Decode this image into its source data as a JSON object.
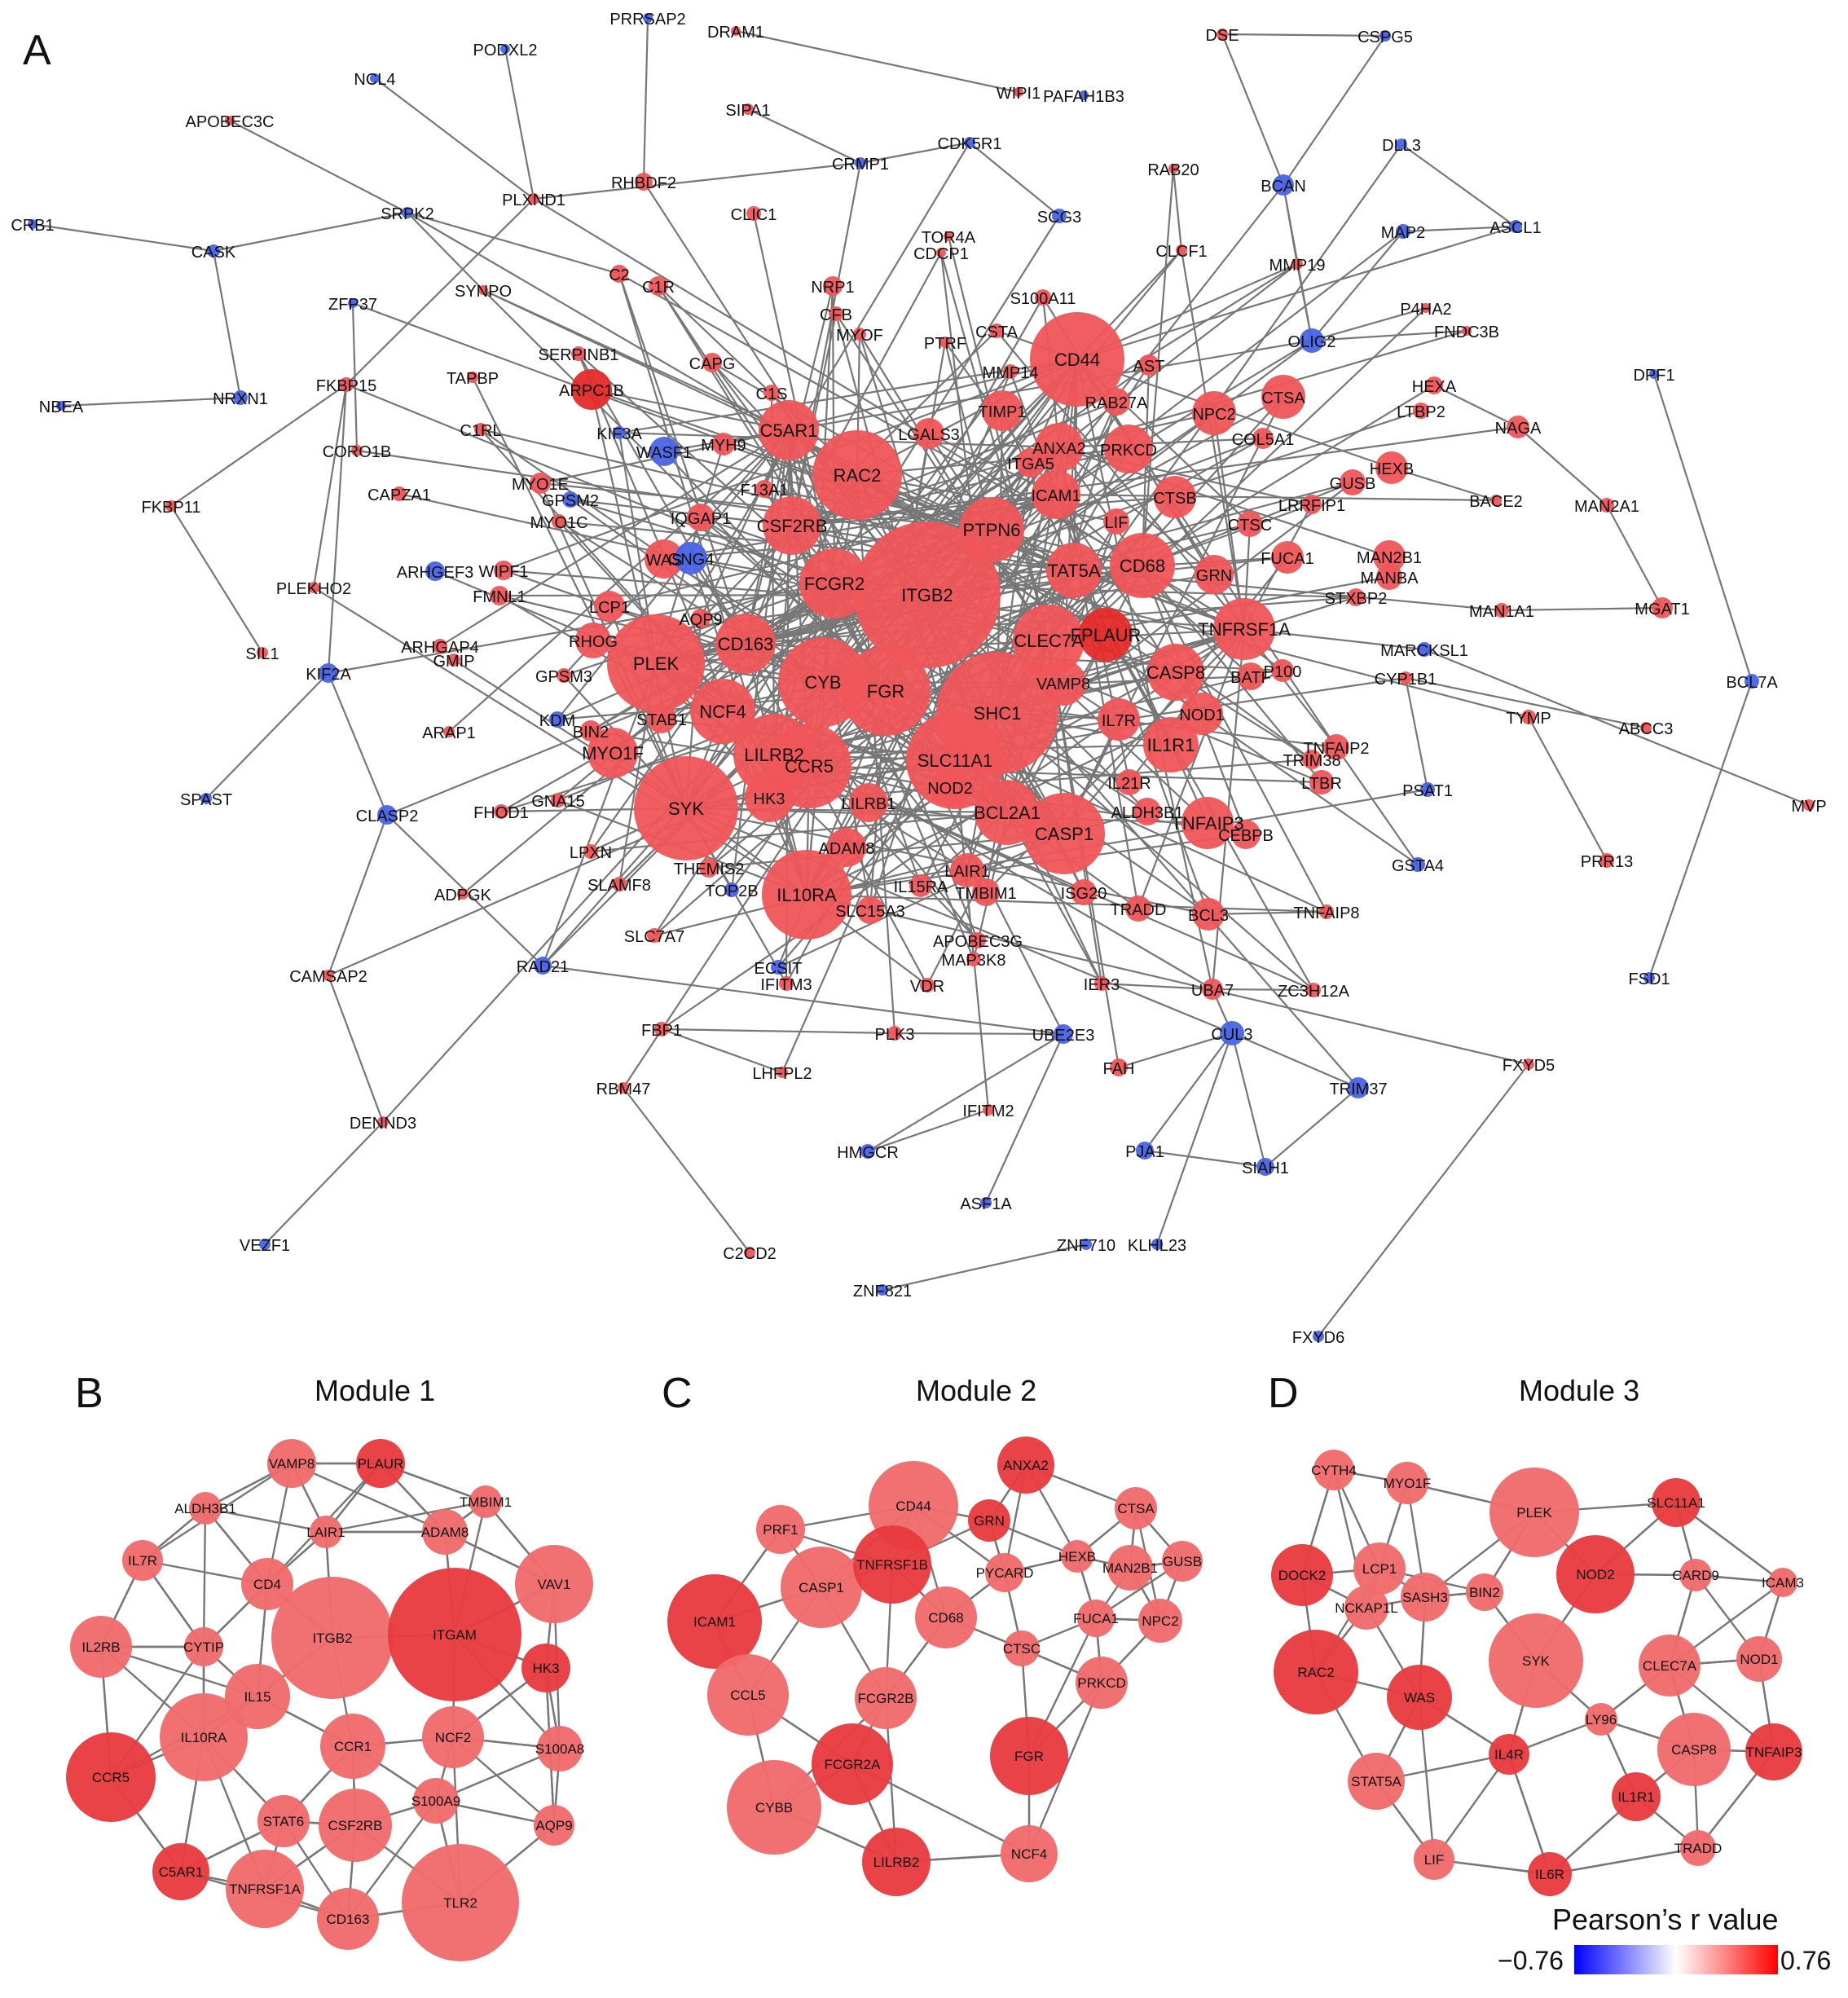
{
  "panels": {
    "A": {
      "letter": "A"
    },
    "B": {
      "letter": "B",
      "title": "Module 1"
    },
    "C": {
      "letter": "C",
      "title": "Module 2"
    },
    "D": {
      "letter": "D",
      "title": "Module 3"
    }
  },
  "legend": {
    "title": "Pearson’s r value",
    "min_label": "−0.76",
    "max_label": "0.76",
    "colors": {
      "low": "#0000ff",
      "mid": "#ffffff",
      "high": "#ff0000"
    }
  },
  "colors": {
    "edge": "#777777",
    "positive": "#f0555a",
    "positive_strong": "#e52a2a",
    "negative": "#4a63e6"
  },
  "networkA": {
    "nodes": [
      {
        "label": "PRRSAP2",
        "sign": "neg"
      },
      {
        "label": "DRAM1",
        "sign": "pos"
      },
      {
        "label": "PODXL2",
        "sign": "neg"
      },
      {
        "label": "NCL4",
        "sign": "neg"
      },
      {
        "label": "APOBEC3C",
        "sign": "pos"
      },
      {
        "label": "WIPI1",
        "sign": "pos"
      },
      {
        "label": "PAFAH1B3",
        "sign": "neg"
      },
      {
        "label": "SIPA1",
        "sign": "pos"
      },
      {
        "label": "DSE",
        "sign": "pos"
      },
      {
        "label": "CSPG5",
        "sign": "neg"
      },
      {
        "label": "DLL3",
        "sign": "neg"
      },
      {
        "label": "CDK5R1",
        "sign": "neg"
      },
      {
        "label": "CRMP1",
        "sign": "neg"
      },
      {
        "label": "RAB20",
        "sign": "pos"
      },
      {
        "label": "BCAN",
        "sign": "neg"
      },
      {
        "label": "RHBDF2",
        "sign": "pos"
      },
      {
        "label": "PLXND1",
        "sign": "pos"
      },
      {
        "label": "SRPK2",
        "sign": "neg"
      },
      {
        "label": "CLIC1",
        "sign": "pos"
      },
      {
        "label": "SCG3",
        "sign": "neg"
      },
      {
        "label": "CRB1",
        "sign": "neg"
      },
      {
        "label": "CASK",
        "sign": "neg"
      },
      {
        "label": "TOR4A",
        "sign": "pos"
      },
      {
        "label": "CDCP1",
        "sign": "pos"
      },
      {
        "label": "CLCF1",
        "sign": "pos"
      },
      {
        "label": "MAP2",
        "sign": "neg"
      },
      {
        "label": "ASCL1",
        "sign": "neg"
      },
      {
        "label": "C2",
        "sign": "pos"
      },
      {
        "label": "C1R",
        "sign": "pos"
      },
      {
        "label": "MMP19",
        "sign": "pos"
      },
      {
        "label": "ZFP37",
        "sign": "neg"
      },
      {
        "label": "SYNPO",
        "sign": "pos"
      },
      {
        "label": "NRP1",
        "sign": "pos"
      },
      {
        "label": "CFB",
        "sign": "pos"
      },
      {
        "label": "S100A11",
        "sign": "pos"
      },
      {
        "label": "P4HA2",
        "sign": "pos"
      },
      {
        "label": "OLIG2",
        "sign": "neg"
      },
      {
        "label": "FNDC3B",
        "sign": "pos"
      },
      {
        "label": "MYOF",
        "sign": "pos"
      },
      {
        "label": "CSTA",
        "sign": "pos"
      },
      {
        "label": "CD44",
        "sign": "pos"
      },
      {
        "label": "PTRF",
        "sign": "pos"
      },
      {
        "label": "SERPINB1",
        "sign": "pos"
      },
      {
        "label": "FKBP15",
        "sign": "pos"
      },
      {
        "label": "TAPBP",
        "sign": "pos"
      },
      {
        "label": "CAPG",
        "sign": "pos"
      },
      {
        "label": "ARPC1B",
        "sign": "pos",
        "strong": true
      },
      {
        "label": "DPF1",
        "sign": "neg"
      },
      {
        "label": "NBEA",
        "sign": "neg"
      },
      {
        "label": "NRXN1",
        "sign": "neg"
      },
      {
        "label": "C1S",
        "sign": "pos"
      },
      {
        "label": "MMP14",
        "sign": "pos"
      },
      {
        "label": "AST",
        "sign": "pos"
      },
      {
        "label": "HEXA",
        "sign": "pos"
      },
      {
        "label": "KIF3A",
        "sign": "neg"
      },
      {
        "label": "C1RL",
        "sign": "pos"
      },
      {
        "label": "WASF1",
        "sign": "neg"
      },
      {
        "label": "C5AR1",
        "sign": "pos"
      },
      {
        "label": "RAB27A",
        "sign": "pos"
      },
      {
        "label": "NPC2",
        "sign": "pos"
      },
      {
        "label": "CTSA",
        "sign": "pos"
      },
      {
        "label": "LTBP2",
        "sign": "pos"
      },
      {
        "label": "NAGA",
        "sign": "pos"
      },
      {
        "label": "CORO1B",
        "sign": "pos"
      },
      {
        "label": "MYH9",
        "sign": "pos"
      },
      {
        "label": "TIMP1",
        "sign": "pos"
      },
      {
        "label": "LGALS3",
        "sign": "pos"
      },
      {
        "label": "ANXA2",
        "sign": "pos"
      },
      {
        "label": "PRKCD",
        "sign": "pos"
      },
      {
        "label": "COL5A1",
        "sign": "pos"
      },
      {
        "label": "FKBP11",
        "sign": "pos"
      },
      {
        "label": "MYO1E",
        "sign": "pos"
      },
      {
        "label": "CAPZA1",
        "sign": "pos"
      },
      {
        "label": "GPSM2",
        "sign": "neg"
      },
      {
        "label": "RAC2",
        "sign": "pos"
      },
      {
        "label": "ITGA5",
        "sign": "pos"
      },
      {
        "label": "HEXB",
        "sign": "pos"
      },
      {
        "label": "GUSB",
        "sign": "pos"
      },
      {
        "label": "MAN2A1",
        "sign": "pos"
      },
      {
        "label": "BACE2",
        "sign": "pos"
      },
      {
        "label": "MYO1C",
        "sign": "pos"
      },
      {
        "label": "F13A1",
        "sign": "pos"
      },
      {
        "label": "ICAM1",
        "sign": "pos"
      },
      {
        "label": "CTSB",
        "sign": "pos"
      },
      {
        "label": "LRRFIP1",
        "sign": "pos"
      },
      {
        "label": "IQGAP1",
        "sign": "pos"
      },
      {
        "label": "CSF2RB",
        "sign": "pos"
      },
      {
        "label": "PTPN6",
        "sign": "pos"
      },
      {
        "label": "LIF",
        "sign": "pos"
      },
      {
        "label": "CTSC",
        "sign": "pos"
      },
      {
        "label": "ARHGEF3",
        "sign": "neg"
      },
      {
        "label": "WAS",
        "sign": "pos"
      },
      {
        "label": "GNG4",
        "sign": "neg"
      },
      {
        "label": "TAT5A",
        "sign": "pos"
      },
      {
        "label": "CD68",
        "sign": "pos"
      },
      {
        "label": "FUCA1",
        "sign": "pos"
      },
      {
        "label": "MAN2B1",
        "sign": "pos"
      },
      {
        "label": "MANBA",
        "sign": "pos"
      },
      {
        "label": "PLEKHO2",
        "sign": "pos"
      },
      {
        "label": "WIPF1",
        "sign": "pos"
      },
      {
        "label": "FMNL1",
        "sign": "pos"
      },
      {
        "label": "LCP1",
        "sign": "pos"
      },
      {
        "label": "FCGR2",
        "sign": "pos"
      },
      {
        "label": "ITGB2",
        "sign": "pos"
      },
      {
        "label": "GRN",
        "sign": "pos"
      },
      {
        "label": "MAN1A1",
        "sign": "pos"
      },
      {
        "label": "MGAT1",
        "sign": "pos"
      },
      {
        "label": "STXBP2",
        "sign": "pos"
      },
      {
        "label": "SIL1",
        "sign": "pos"
      },
      {
        "label": "ARHGAP4",
        "sign": "pos"
      },
      {
        "label": "RHOG",
        "sign": "pos"
      },
      {
        "label": "AQP9",
        "sign": "pos"
      },
      {
        "label": "CD163",
        "sign": "pos"
      },
      {
        "label": "FPLAUR",
        "sign": "pos",
        "strong": true
      },
      {
        "label": "CLEC7A",
        "sign": "pos"
      },
      {
        "label": "TNFRSF1A",
        "sign": "pos"
      },
      {
        "label": "MARCKSL1",
        "sign": "neg"
      },
      {
        "label": "BCL7A",
        "sign": "neg"
      },
      {
        "label": "KIF2A",
        "sign": "neg"
      },
      {
        "label": "GMIP",
        "sign": "pos"
      },
      {
        "label": "PLEK",
        "sign": "pos"
      },
      {
        "label": "GPSM3",
        "sign": "pos"
      },
      {
        "label": "CYB",
        "sign": "pos"
      },
      {
        "label": "FGR",
        "sign": "pos"
      },
      {
        "label": "VAMP8",
        "sign": "pos"
      },
      {
        "label": "CASP8",
        "sign": "pos"
      },
      {
        "label": "BATF",
        "sign": "pos"
      },
      {
        "label": "P100",
        "sign": "pos"
      },
      {
        "label": "CYP1B1",
        "sign": "pos"
      },
      {
        "label": "NCF4",
        "sign": "pos"
      },
      {
        "label": "SHC1",
        "sign": "pos"
      },
      {
        "label": "KDM",
        "sign": "neg"
      },
      {
        "label": "BIN2",
        "sign": "pos"
      },
      {
        "label": "STAB1",
        "sign": "pos"
      },
      {
        "label": "ARAP1",
        "sign": "pos"
      },
      {
        "label": "IL7R",
        "sign": "pos"
      },
      {
        "label": "NOD1",
        "sign": "pos"
      },
      {
        "label": "TYMP",
        "sign": "pos"
      },
      {
        "label": "ABCC3",
        "sign": "pos"
      },
      {
        "label": "TNFAIP2",
        "sign": "pos"
      },
      {
        "label": "IL1R1",
        "sign": "pos"
      },
      {
        "label": "SPAST",
        "sign": "neg"
      },
      {
        "label": "MYO1F",
        "sign": "pos"
      },
      {
        "label": "LILRB2",
        "sign": "pos"
      },
      {
        "label": "CCR5",
        "sign": "pos"
      },
      {
        "label": "SLC11A1",
        "sign": "pos"
      },
      {
        "label": "TRIM38",
        "sign": "pos"
      },
      {
        "label": "LTBR",
        "sign": "pos"
      },
      {
        "label": "PSAT1",
        "sign": "neg"
      },
      {
        "label": "MVP",
        "sign": "pos"
      },
      {
        "label": "CLASP2",
        "sign": "neg"
      },
      {
        "label": "FHOD1",
        "sign": "pos"
      },
      {
        "label": "GNA15",
        "sign": "pos"
      },
      {
        "label": "SYK",
        "sign": "pos"
      },
      {
        "label": "HK3",
        "sign": "pos"
      },
      {
        "label": "LILRB1",
        "sign": "pos"
      },
      {
        "label": "NOD2",
        "sign": "pos"
      },
      {
        "label": "BCL2A1",
        "sign": "pos"
      },
      {
        "label": "CASP1",
        "sign": "pos"
      },
      {
        "label": "IL21R",
        "sign": "pos"
      },
      {
        "label": "ALDH3B1",
        "sign": "pos"
      },
      {
        "label": "TNFAIP3",
        "sign": "pos"
      },
      {
        "label": "CEBPB",
        "sign": "pos"
      },
      {
        "label": "LPXN",
        "sign": "pos"
      },
      {
        "label": "ADAM8",
        "sign": "pos"
      },
      {
        "label": "LAIR1",
        "sign": "pos"
      },
      {
        "label": "PRR13",
        "sign": "pos"
      },
      {
        "label": "GSTA4",
        "sign": "neg"
      },
      {
        "label": "ADPGK",
        "sign": "pos"
      },
      {
        "label": "SLAMF8",
        "sign": "pos"
      },
      {
        "label": "THEMIS2",
        "sign": "pos"
      },
      {
        "label": "TOP2B",
        "sign": "neg"
      },
      {
        "label": "IL10RA",
        "sign": "pos"
      },
      {
        "label": "IL15RA",
        "sign": "pos"
      },
      {
        "label": "TMBIM1",
        "sign": "pos"
      },
      {
        "label": "ISG20",
        "sign": "pos"
      },
      {
        "label": "BCL3",
        "sign": "pos"
      },
      {
        "label": "TNFAIP8",
        "sign": "pos"
      },
      {
        "label": "CAMSAP2",
        "sign": "pos"
      },
      {
        "label": "RAD21",
        "sign": "neg"
      },
      {
        "label": "SLC7A7",
        "sign": "pos"
      },
      {
        "label": "SLC15A3",
        "sign": "pos"
      },
      {
        "label": "APOBEC3G",
        "sign": "pos"
      },
      {
        "label": "MAP3K8",
        "sign": "pos"
      },
      {
        "label": "TRADD",
        "sign": "pos"
      },
      {
        "label": "ECSIT",
        "sign": "neg"
      },
      {
        "label": "IFITM3",
        "sign": "pos"
      },
      {
        "label": "VDR",
        "sign": "pos"
      },
      {
        "label": "IER3",
        "sign": "pos"
      },
      {
        "label": "UBA7",
        "sign": "pos"
      },
      {
        "label": "ZC3H12A",
        "sign": "pos"
      },
      {
        "label": "FBP1",
        "sign": "pos"
      },
      {
        "label": "PLK3",
        "sign": "pos"
      },
      {
        "label": "UBE2E3",
        "sign": "neg"
      },
      {
        "label": "CUL3",
        "sign": "neg"
      },
      {
        "label": "FSD1",
        "sign": "neg"
      },
      {
        "label": "LHFPL2",
        "sign": "pos"
      },
      {
        "label": "FAH",
        "sign": "pos"
      },
      {
        "label": "FXYD5",
        "sign": "pos"
      },
      {
        "label": "RBM47",
        "sign": "pos"
      },
      {
        "label": "TRIM37",
        "sign": "neg"
      },
      {
        "label": "DENND3",
        "sign": "pos"
      },
      {
        "label": "IFITM2",
        "sign": "pos"
      },
      {
        "label": "HMGCR",
        "sign": "neg"
      },
      {
        "label": "PJA1",
        "sign": "neg"
      },
      {
        "label": "SIAH1",
        "sign": "neg"
      },
      {
        "label": "ASF1A",
        "sign": "neg"
      },
      {
        "label": "VEZF1",
        "sign": "neg"
      },
      {
        "label": "ZNF710",
        "sign": "neg"
      },
      {
        "label": "KLHL23",
        "sign": "neg"
      },
      {
        "label": "C2CD2",
        "sign": "pos"
      },
      {
        "label": "ZNF821",
        "sign": "neg"
      },
      {
        "label": "FXYD6",
        "sign": "neg"
      }
    ]
  },
  "module1": {
    "nodes": [
      "VAMP8",
      "PLAUR",
      "ALDH3B1",
      "TMBIM1",
      "LAIR1",
      "ADAM8",
      "IL7R",
      "CD4",
      "VAV1",
      "IL2RB",
      "CYTIP",
      "ITGB2",
      "ITGAM",
      "HK3",
      "IL15",
      "IL10RA",
      "CCR1",
      "NCF2",
      "S100A8",
      "CCR5",
      "S100A9",
      "STAT6",
      "CSF2RB",
      "AQP9",
      "C5AR1",
      "TNFRSF1A",
      "CD163",
      "TLR2"
    ]
  },
  "module2": {
    "nodes": [
      "ANXA2",
      "CD44",
      "PRF1",
      "GRN",
      "CTSA",
      "HEXB",
      "CASP1",
      "TNFRSF1B",
      "PYCARD",
      "MAN2B1",
      "GUSB",
      "ICAM1",
      "CD68",
      "FUCA1",
      "NPC2",
      "CTSC",
      "CCL5",
      "FCGR2B",
      "PRKCD",
      "FGR",
      "FCGR2A",
      "CYBB",
      "LILRB2",
      "NCF4"
    ]
  },
  "module3": {
    "nodes": [
      "CYTH4",
      "MYO1F",
      "PLEK",
      "SLC11A1",
      "DOCK2",
      "LCP1",
      "BIN2",
      "NOD2",
      "CARD9",
      "ICAM3",
      "SASH3",
      "NCKAP1L",
      "SYK",
      "CLEC7A",
      "NOD1",
      "RAC2",
      "WAS",
      "LY96",
      "IL4R",
      "CASP8",
      "TNFAIP3",
      "STAT5A",
      "IL1R1",
      "LIF",
      "IL6R",
      "TRADD"
    ]
  }
}
